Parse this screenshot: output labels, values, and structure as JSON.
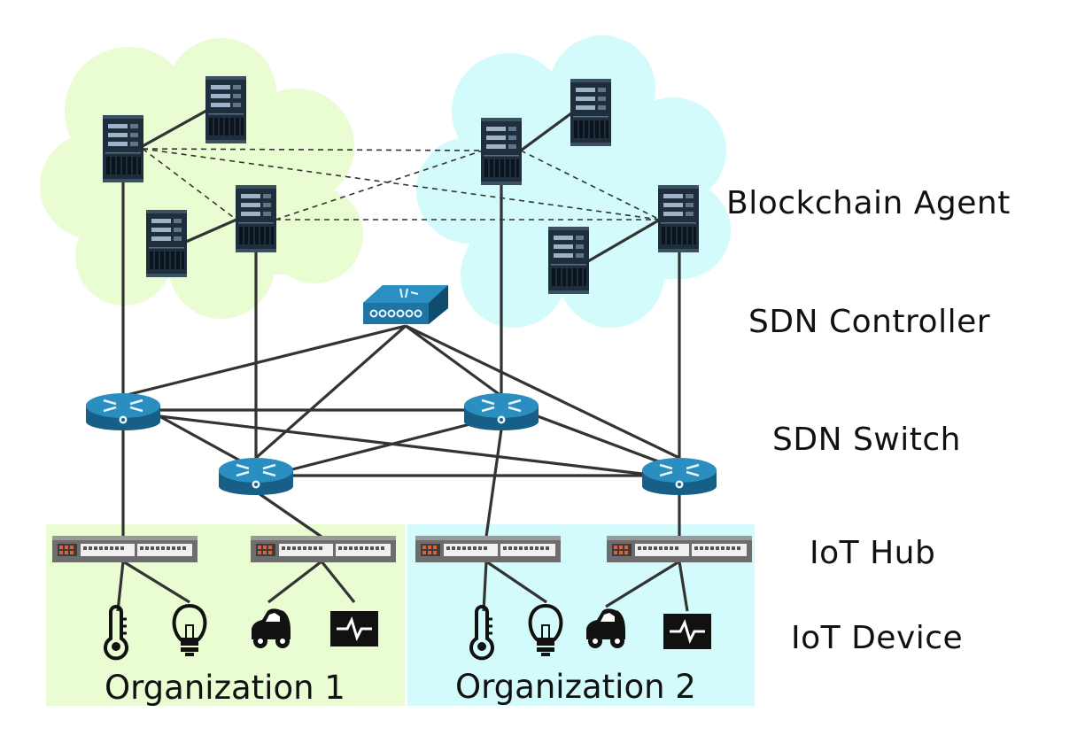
{
  "layers": {
    "blockchain_agent": "Blockchain Agent",
    "sdn_controller": "SDN Controller",
    "sdn_switch": "SDN Switch",
    "iot_hub": "IoT Hub",
    "iot_device": "IoT Device"
  },
  "organizations": [
    "Organization 1",
    "Organization 2"
  ],
  "colors": {
    "org1_fill": "#e9fcd2",
    "org2_fill": "#d4fbfc",
    "line": "#333333",
    "server": "#1e2e3c",
    "switch": "#1f7fae",
    "hub": "#6b6b6b"
  }
}
